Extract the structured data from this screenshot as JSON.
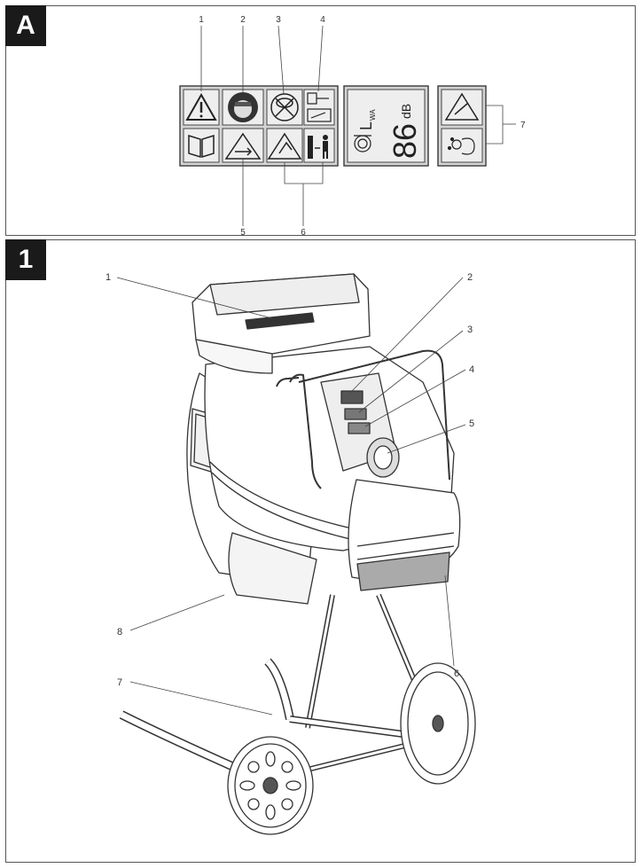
{
  "panelA": {
    "tag": "A",
    "callouts": [
      "1",
      "2",
      "3",
      "4",
      "5",
      "6",
      "7"
    ],
    "sound": {
      "symbol": "L",
      "sub": "WA",
      "value": "86",
      "unit": "dB"
    }
  },
  "panel1": {
    "tag": "1",
    "callouts": [
      "1",
      "2",
      "3",
      "4",
      "5",
      "6",
      "7",
      "8"
    ]
  }
}
